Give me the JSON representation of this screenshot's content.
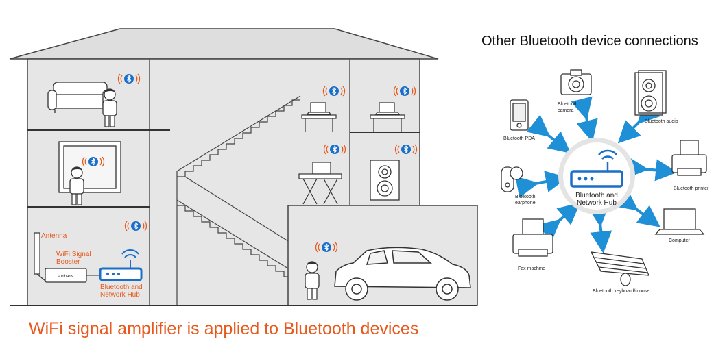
{
  "house": {
    "labels": {
      "antenna": "Antenna",
      "booster_line1": "WiFi Signal",
      "booster_line2": "Booster",
      "booster_brand": "sunhans",
      "hub_line1": "Bluetooth and",
      "hub_line2": "Network Hub"
    }
  },
  "caption": "WiFi signal amplifier is applied to Bluetooth devices",
  "network": {
    "title": "Other Bluetooth device connections",
    "hub_line1": "Bluetooth and",
    "hub_line2": "Network Hub",
    "devices": {
      "camera_line1": "Bluetooth",
      "camera_line2": "camera",
      "audio": "Bluetooth audio",
      "pda": "Bluetooth PDA",
      "printer": "Bluetooth printer",
      "earphone_line1": "Bluetooth",
      "earphone_line2": "earphone",
      "computer": "Computer",
      "fax": "Fax machine",
      "keyboard": "Bluetooth keyboard/mouse"
    }
  },
  "colors": {
    "accent_orange": "#e8581c",
    "bluetooth_blue": "#1b6fc9",
    "arrow_blue": "#1f8fd6",
    "hub_ring": "#e4e4e4"
  },
  "icons": [
    "bluetooth-icon",
    "wifi-router-icon",
    "arrow-icon"
  ]
}
